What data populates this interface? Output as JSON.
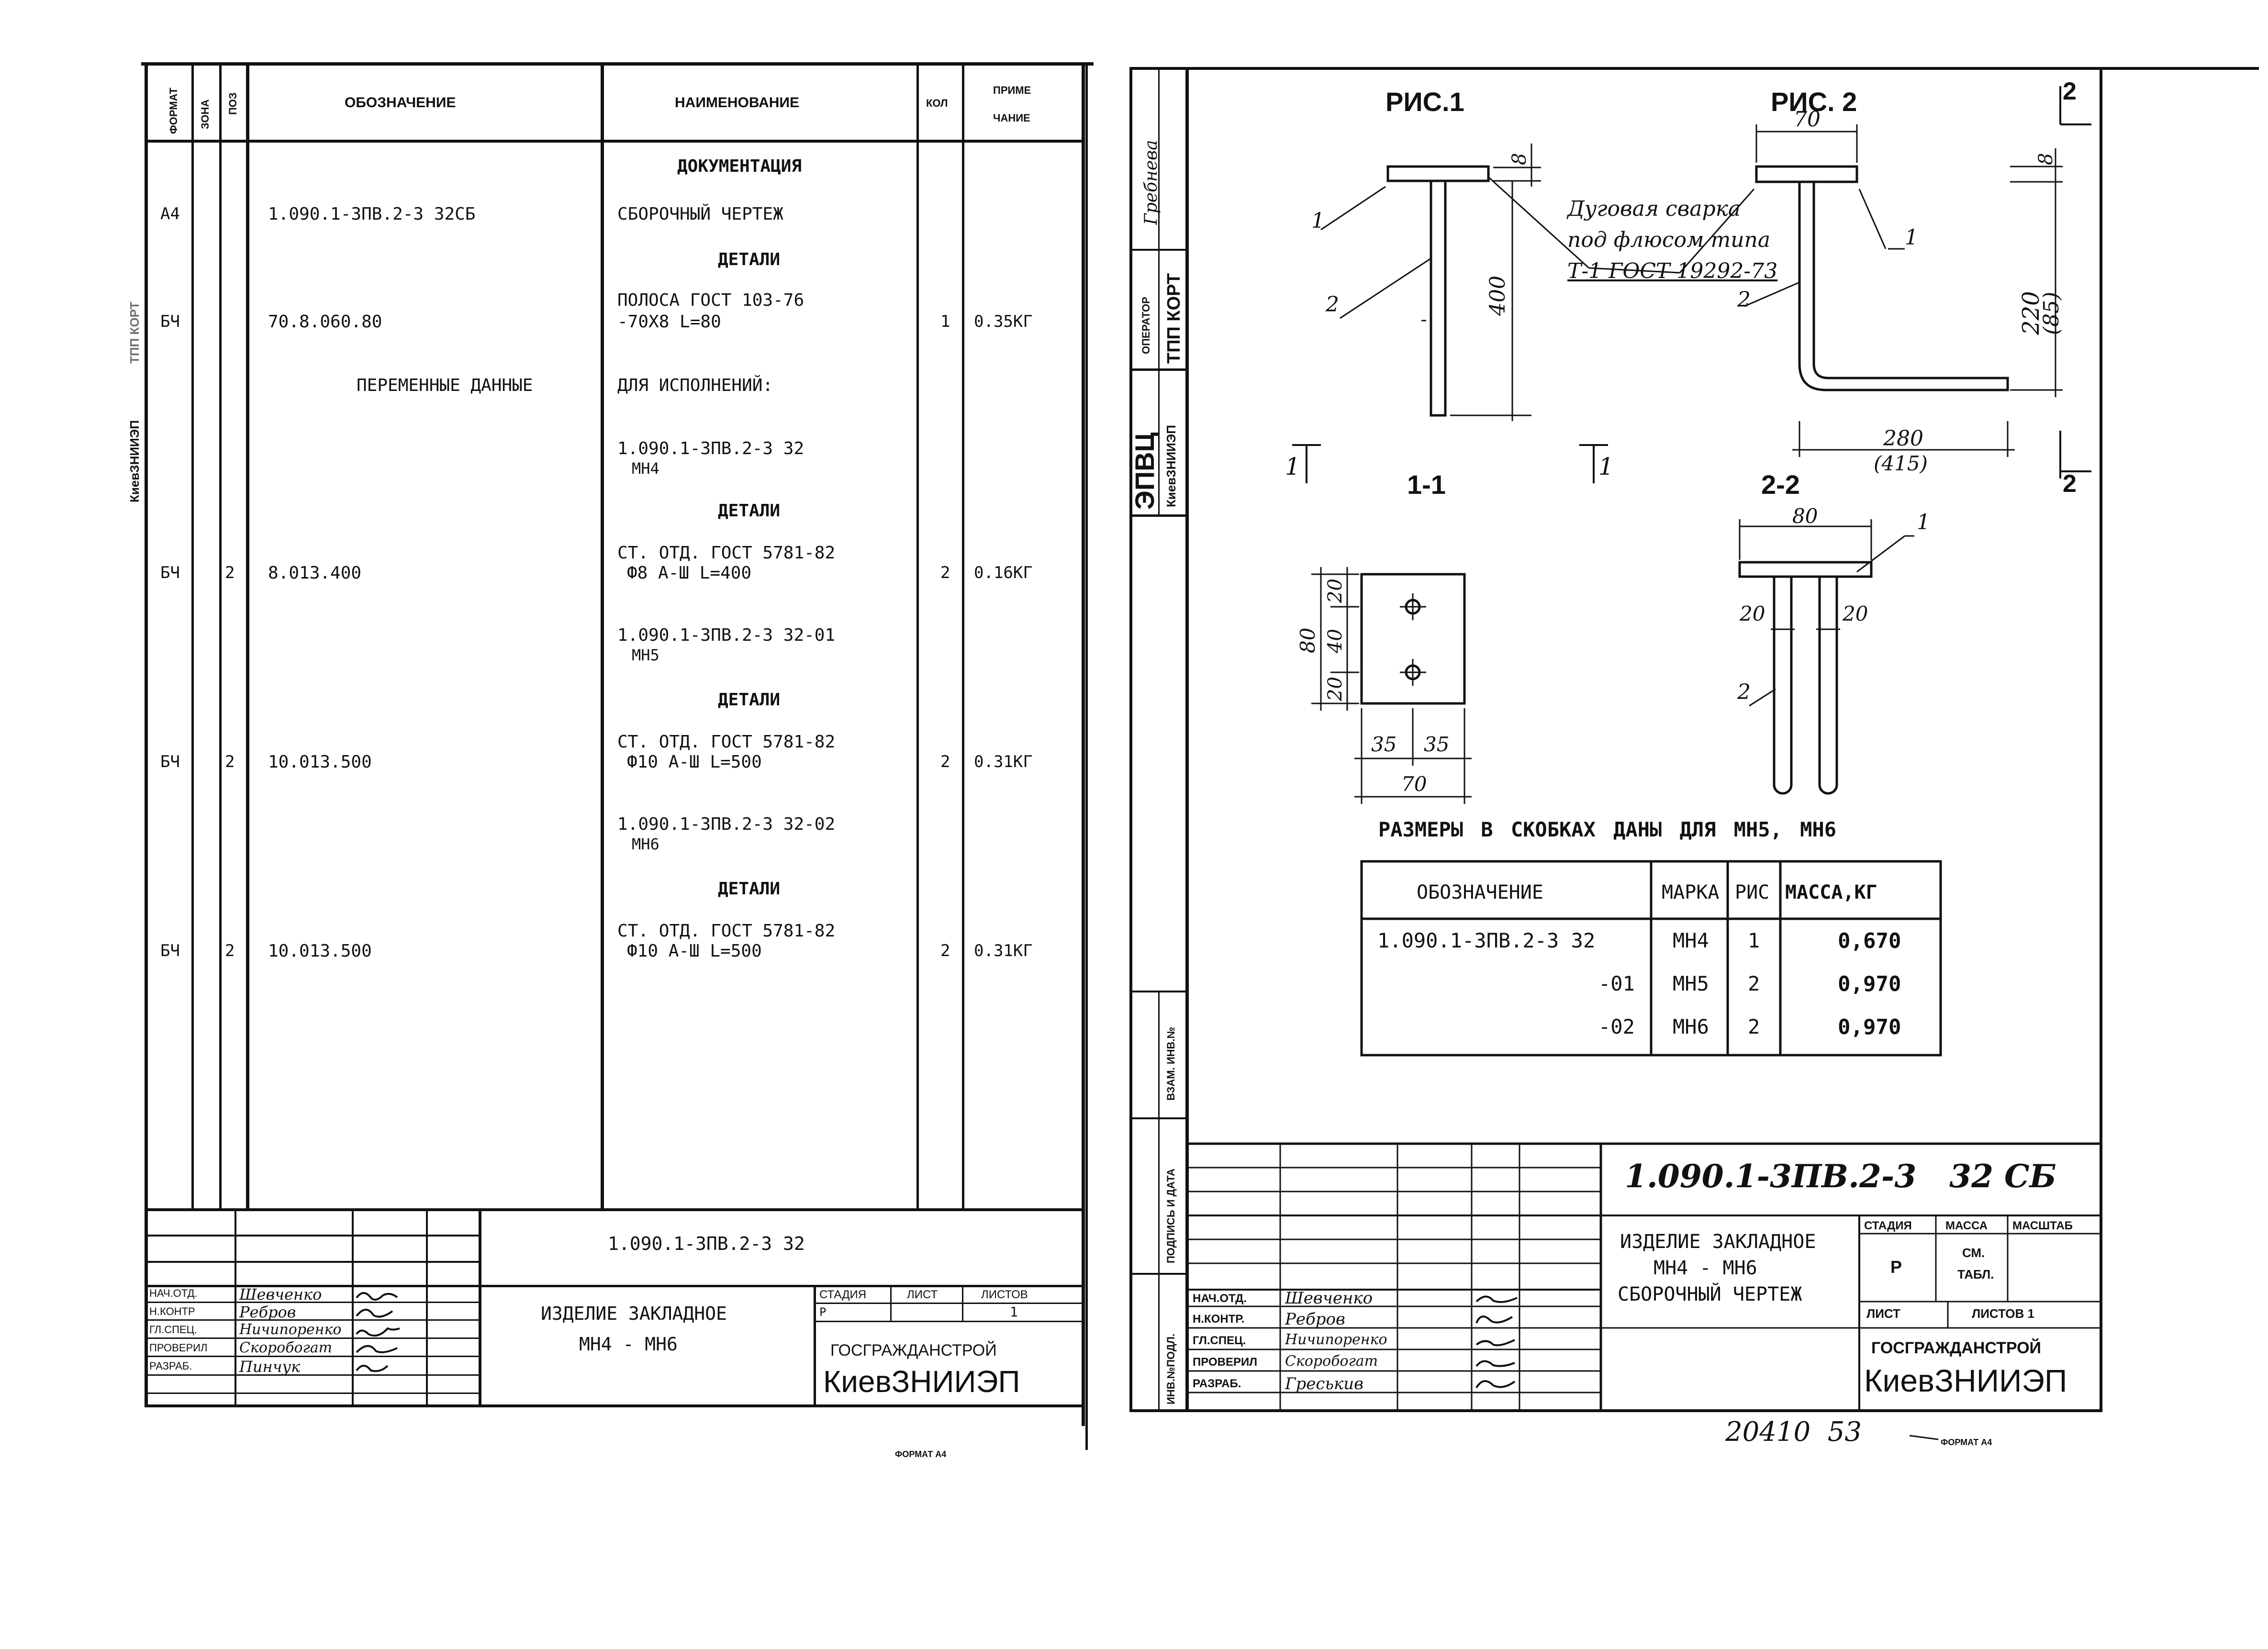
{
  "left_sheet": {
    "side_label": "КиевЗНИИЭП",
    "side_label2": "ТПП КОРТ",
    "header": {
      "format": "ФОРМАТ",
      "zone": "ЗОНА",
      "pos": "ПОЗ",
      "designation": "ОБОЗНАЧЕНИЕ",
      "name": "НАИМЕНОВАНИЕ",
      "qty": "КОЛ",
      "note1": "ПРИМЕ",
      "note2": "ЧАНИЕ"
    },
    "rows": [
      {
        "name": "ДОКУМЕНТАЦИЯ"
      },
      {
        "format": "А4",
        "designation": "1.090.1-3ПВ.2-3 32СБ",
        "name": "СБОРОЧНЫЙ ЧЕРТЕЖ"
      },
      {
        "name": "ДЕТАЛИ"
      },
      {
        "format": "БЧ",
        "designation": "70.8.060.80",
        "name": "ПОЛОСА ГОСТ 103-76",
        "name2": "-70Х8 L=80",
        "qty": "1",
        "note": "0.35КГ"
      },
      {
        "designation": "ПЕРЕМЕННЫЕ ДАННЫЕ",
        "name": "ДЛЯ ИСПОЛНЕНИЙ:"
      },
      {
        "name": "1.090.1-3ПВ.2-3 32",
        "name2": "МН4"
      },
      {
        "name": "ДЕТАЛИ"
      },
      {
        "format": "БЧ",
        "pos": "2",
        "designation": "8.013.400",
        "name": "СТ. ОТД. ГОСТ 5781-82",
        "name2": "Ф8 А-Ш L=400",
        "qty": "2",
        "note": "0.16КГ"
      },
      {
        "name": "1.090.1-3ПВ.2-3 32-01",
        "name2": "МН5"
      },
      {
        "name": "ДЕТАЛИ"
      },
      {
        "format": "БЧ",
        "pos": "2",
        "designation": "10.013.500",
        "name": "СТ. ОТД. ГОСТ 5781-82",
        "name2": "Ф10 А-Ш L=500",
        "qty": "2",
        "note": "0.31КГ"
      },
      {
        "name": "1.090.1-3ПВ.2-3 32-02",
        "name2": "МН6"
      },
      {
        "name": "ДЕТАЛИ"
      },
      {
        "format": "БЧ",
        "pos": "2",
        "designation": "10.013.500",
        "name": "СТ. ОТД. ГОСТ 5781-82",
        "name2": "Ф10 А-Ш L=500",
        "qty": "2",
        "note": "0.31КГ"
      }
    ],
    "stamp": {
      "code": "1.090.1-3ПВ.2-3 32",
      "title1": "ИЗДЕЛИЕ ЗАКЛАДНОЕ",
      "title2": "МН4 - МН6",
      "stage_label": "СТАДИЯ",
      "sheet_label": "ЛИСТ",
      "sheets_label": "ЛИСТОВ",
      "stage": "Р",
      "sheets": "1",
      "org1": "ГОСГРАЖДАНСТРОЙ",
      "org2": "КиевЗНИИЭП",
      "roles": [
        "НАЧ.ОТД.",
        "Н.КОНТР",
        "ГЛ.СПЕЦ.",
        "ПРОВЕРИЛ",
        "РАЗРАБ."
      ],
      "people": [
        "Шевченко",
        "Ребров",
        "Ничипоренко",
        "Скоробогат",
        "Пинчук"
      ]
    },
    "format_note": "ФОРМАТ А4"
  },
  "right_sheet": {
    "side": {
      "name": "Гребнева",
      "operator": "ОПЕРАТОР",
      "tpp": "ТПП КОРТ",
      "epvc": "ЭПВЦ",
      "org": "КиевЗНИИЭП",
      "inv_sub": "ВЗАМ. ИНВ.№",
      "sign_date": "ПОДПИСЬ И ДАТА",
      "inv_orig": "ИНВ.№ПОДЛ."
    },
    "fig1": {
      "title": "РИС.1",
      "dim_thk": "8",
      "dim_len": "400",
      "callout1": "1",
      "callout2": "2"
    },
    "fig2": {
      "title": "РИС. 2",
      "dim_w": "70",
      "dim_thk": "8",
      "dim_h": "220",
      "dim_h2": "(85)",
      "dim_l": "280",
      "dim_l2": "(415)",
      "callout1": "1",
      "callout2": "2"
    },
    "weld_note": [
      "Дуговая сварка",
      "под флюсом типа",
      "Т-1 ГОСТ 19292-73"
    ],
    "section11": {
      "label": "1-1",
      "mark_left": "1",
      "mark_right": "1",
      "dim_80": "80",
      "dim_20a": "20",
      "dim_40": "40",
      "dim_20b": "20",
      "dim_35a": "35",
      "dim_35b": "35",
      "dim_70": "70"
    },
    "section22": {
      "label": "2-2",
      "mark_top": "2",
      "mark_bottom": "2",
      "dim_80": "80",
      "dim_20a": "20",
      "dim_20b": "20",
      "callout1": "1",
      "callout2": "2"
    },
    "size_note": "РАЗМЕРЫ В СКОБКАХ ДАНЫ ДЛЯ МН5, МН6",
    "table": {
      "headers": [
        "ОБОЗНАЧЕНИЕ",
        "МАРКА",
        "РИС",
        "МАССА,КГ"
      ],
      "rows": [
        [
          "1.090.1-3ПВ.2-3 32",
          "МН4",
          "1",
          "0,670"
        ],
        [
          "-01",
          "МН5",
          "2",
          "0,970"
        ],
        [
          "-02",
          "МН6",
          "2",
          "0,970"
        ]
      ]
    },
    "stamp": {
      "code": "1.090.1-3ПВ.2-3   32 СБ",
      "title1": "ИЗДЕЛИЕ ЗАКЛАДНОЕ",
      "title2": "МН4 - МН6",
      "title3": "СБОРОЧНЫЙ ЧЕРТЕЖ",
      "stage_label": "СТАДИЯ",
      "mass_label": "МАССА",
      "scale_label": "МАСШТАБ",
      "stage": "Р",
      "mass1": "СМ.",
      "mass2": "ТАБЛ.",
      "sheet_label": "ЛИСТ",
      "sheets_label": "ЛИСТОВ 1",
      "org1": "ГОСГРАЖДАНСТРОЙ",
      "org2": "КиевЗНИИЭП",
      "roles": [
        "НАЧ.ОТД.",
        "Н.КОНТР.",
        "ГЛ.СПЕЦ.",
        "ПРОВЕРИЛ",
        "РАЗРАБ."
      ],
      "people": [
        "Шевченко",
        "Ребров",
        "Ничипоренко",
        "Скоробогат",
        "Греськив"
      ]
    },
    "doc_number": "20410  53",
    "format_note": "ФОРМАТ А4"
  }
}
